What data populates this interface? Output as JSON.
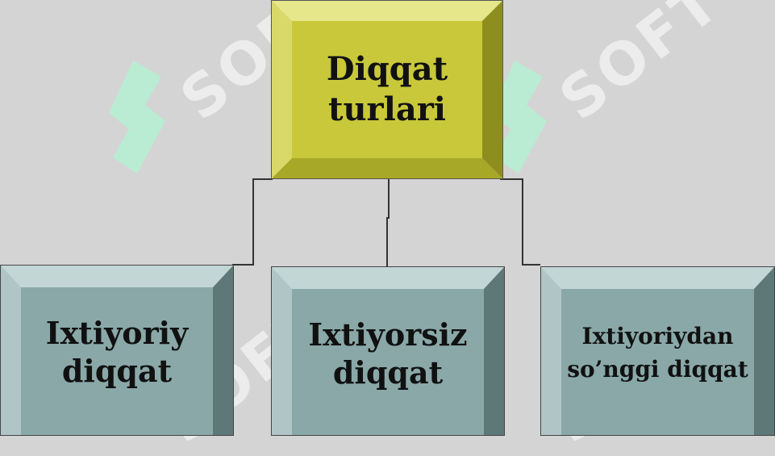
{
  "root": {
    "line1": "Diqqat",
    "line2": "turlari"
  },
  "children": [
    {
      "line1": "Ixtiyoriy",
      "line2": "diqqat"
    },
    {
      "line1": "Ixtiyorsiz",
      "line2": "diqqat"
    },
    {
      "line1": "Ixtiyoriydan",
      "line2": "so’nggi diqqat"
    }
  ],
  "watermark": "SOFT",
  "colors": {
    "background": "#d4d4d4",
    "root_face": "#c8c83a",
    "child_face": "#8aa8a8",
    "connector": "#333333",
    "watermark_logo": "#a8ecc8"
  }
}
